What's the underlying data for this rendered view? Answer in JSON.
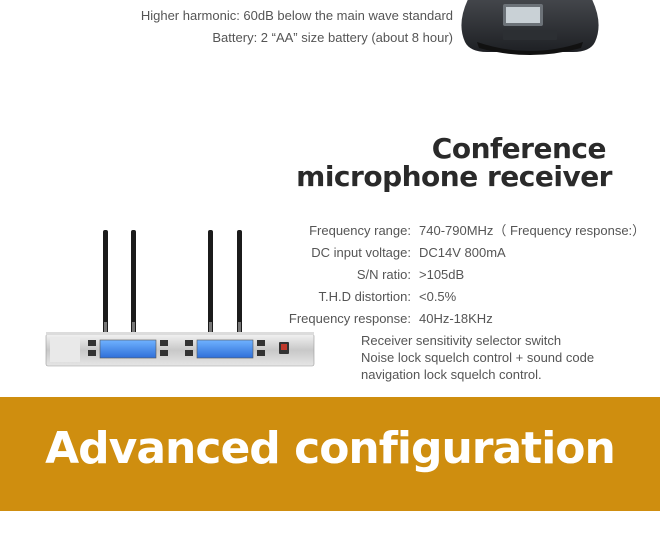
{
  "top_specs": [
    "Higher harmonic: 60dB below the main wave standard",
    "Battery: 2 “AA” size battery (about 8 hour)"
  ],
  "title": {
    "line1": "Conference",
    "line2": "microphone receiver"
  },
  "specs": [
    {
      "label": "Frequency range:",
      "value": "740-790MHz（ Frequency response:）"
    },
    {
      "label": "DC input voltage:",
      "value": "DC14V 800mA"
    },
    {
      "label": "S/N ratio:",
      "value": ">105dB"
    },
    {
      "label": "T.H.D distortion:",
      "value": "<0.5%"
    },
    {
      "label": "Frequency response:",
      "value": "40Hz-18KHz"
    }
  ],
  "notes": [
    "Receiver sensitivity selector switch",
    "Noise lock squelch control + sound code",
    "navigation lock squelch control."
  ],
  "banner": {
    "text": "Advanced configuration",
    "color": "#cf8e0f"
  }
}
